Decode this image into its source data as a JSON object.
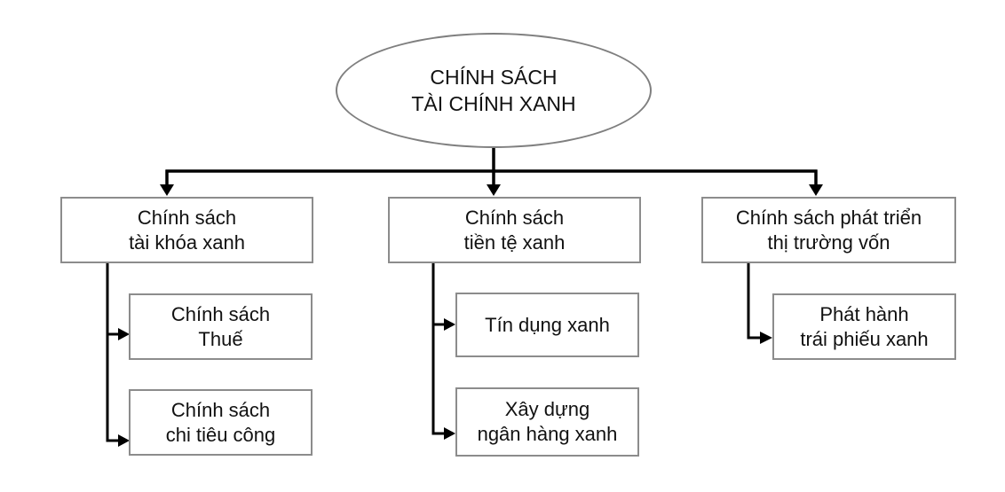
{
  "diagram": {
    "title": "Green finance policy structure diagram",
    "root": {
      "id": "green-finance-policy",
      "label": "CHÍNH SÁCH\nTÀI CHÍNH XANH"
    },
    "branches": [
      {
        "id": "fiscal-policy",
        "label": "Chính sách\ntài khóa xanh",
        "children": [
          {
            "id": "tax-policy",
            "label": "Chính sách\nThuế"
          },
          {
            "id": "public-spending-policy",
            "label": "Chính sách\nchi tiêu công"
          }
        ]
      },
      {
        "id": "monetary-policy",
        "label": "Chính sách\ntiền tệ xanh",
        "children": [
          {
            "id": "green-credit",
            "label": "Tín dụng xanh"
          },
          {
            "id": "green-banking",
            "label": "Xây dựng\nngân hàng xanh"
          }
        ]
      },
      {
        "id": "capital-market-policy",
        "label": "Chính sách phát triển\nthị trường vốn",
        "children": [
          {
            "id": "green-bonds",
            "label": "Phát hành\ntrái phiếu xanh"
          }
        ]
      }
    ],
    "colors": {
      "connector_line": "#000000",
      "box_border": "#8c8c8c",
      "ellipse_border": "#7f7f7f",
      "text": "#111111",
      "background": "#ffffff"
    }
  }
}
